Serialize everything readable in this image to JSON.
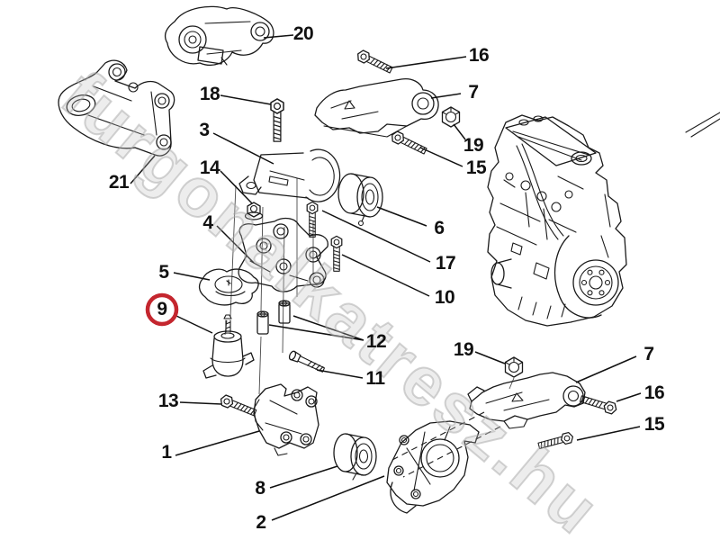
{
  "watermark": {
    "text": "furgonalkatresz.hu"
  },
  "colors": {
    "background": "#ffffff",
    "line": "#1a1a1a",
    "label": "#111111",
    "highlight": "#c4262e",
    "watermark": "#bebebe"
  },
  "callouts": [
    {
      "label": "20"
    },
    {
      "label": "16"
    },
    {
      "label": "7"
    },
    {
      "label": "18"
    },
    {
      "label": "19"
    },
    {
      "label": "15"
    },
    {
      "label": "3"
    },
    {
      "label": "14"
    },
    {
      "label": "21"
    },
    {
      "label": "4"
    },
    {
      "label": "6"
    },
    {
      "label": "17"
    },
    {
      "label": "5"
    },
    {
      "label": "10"
    },
    {
      "label": "9",
      "highlighted": true
    },
    {
      "label": "12"
    },
    {
      "label": "19"
    },
    {
      "label": "7"
    },
    {
      "label": "11"
    },
    {
      "label": "16"
    },
    {
      "label": "13"
    },
    {
      "label": "15"
    },
    {
      "label": "1"
    },
    {
      "label": "8"
    },
    {
      "label": "2"
    }
  ]
}
